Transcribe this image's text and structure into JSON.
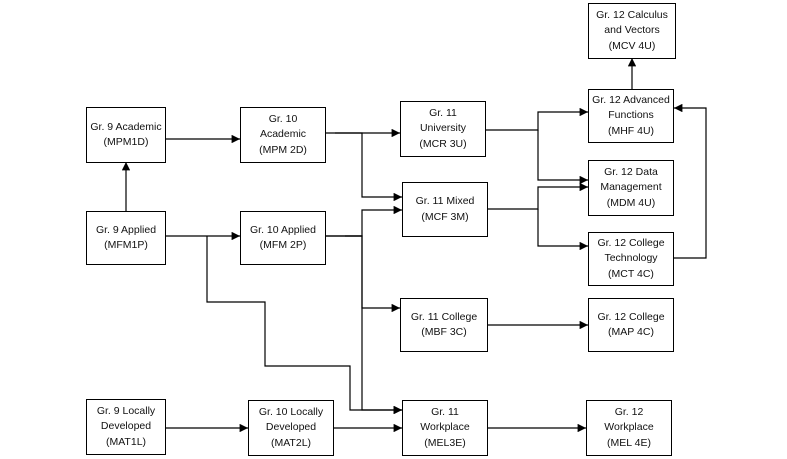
{
  "courses": {
    "g9_academic": {
      "line1": "Gr. 9 Academic",
      "line2": "(MPM1D)"
    },
    "g9_applied": {
      "line1": "Gr. 9 Applied",
      "line2": "(MFM1P)"
    },
    "g9_local": {
      "line1": "Gr. 9 Locally",
      "line2": "Developed",
      "line3": "(MAT1L)"
    },
    "g10_academic": {
      "line1": "Gr. 10",
      "line2": "Academic",
      "line3": "(MPM 2D)"
    },
    "g10_applied": {
      "line1": "Gr. 10 Applied",
      "line2": "(MFM 2P)"
    },
    "g10_local": {
      "line1": "Gr. 10 Locally",
      "line2": "Developed",
      "line3": "(MAT2L)"
    },
    "g11_university": {
      "line1": "Gr. 11",
      "line2": "University",
      "line3": "(MCR 3U)"
    },
    "g11_mixed": {
      "line1": "Gr. 11 Mixed",
      "line2": "(MCF 3M)"
    },
    "g11_college": {
      "line1": "Gr. 11 College",
      "line2": "(MBF 3C)"
    },
    "g11_workplace": {
      "line1": "Gr. 11",
      "line2": "Workplace",
      "line3": "(MEL3E)"
    },
    "g12_calculus": {
      "line1": "Gr. 12 Calculus",
      "line2": "and Vectors",
      "line3": "(MCV 4U)"
    },
    "g12_functions": {
      "line1": "Gr. 12 Advanced",
      "line2": "Functions",
      "line3": "(MHF 4U)"
    },
    "g12_data": {
      "line1": "Gr. 12 Data",
      "line2": "Management",
      "line3": "(MDM 4U)"
    },
    "g12_tech": {
      "line1": "Gr. 12 College",
      "line2": "Technology",
      "line3": "(MCT 4C)"
    },
    "g12_college": {
      "line1": "Gr. 12 College",
      "line2": "(MAP 4C)"
    },
    "g12_workplace": {
      "line1": "Gr. 12",
      "line2": "Workplace",
      "line3": "(MEL 4E)"
    }
  }
}
